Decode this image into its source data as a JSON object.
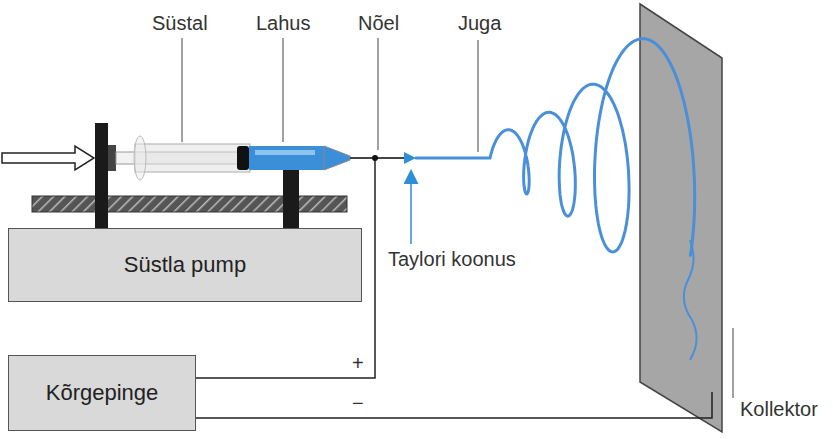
{
  "diagram": {
    "nodes": [
      {
        "text": [
          "Süstla pump"
        ]
      },
      {
        "text": [
          "Kõrgepinge"
        ]
      }
    ],
    "labels": [
      "Süstal",
      "Lahus",
      "Nõel",
      "Juga",
      "Taylori koonus",
      "+",
      "−",
      "Kollektor"
    ]
  }
}
